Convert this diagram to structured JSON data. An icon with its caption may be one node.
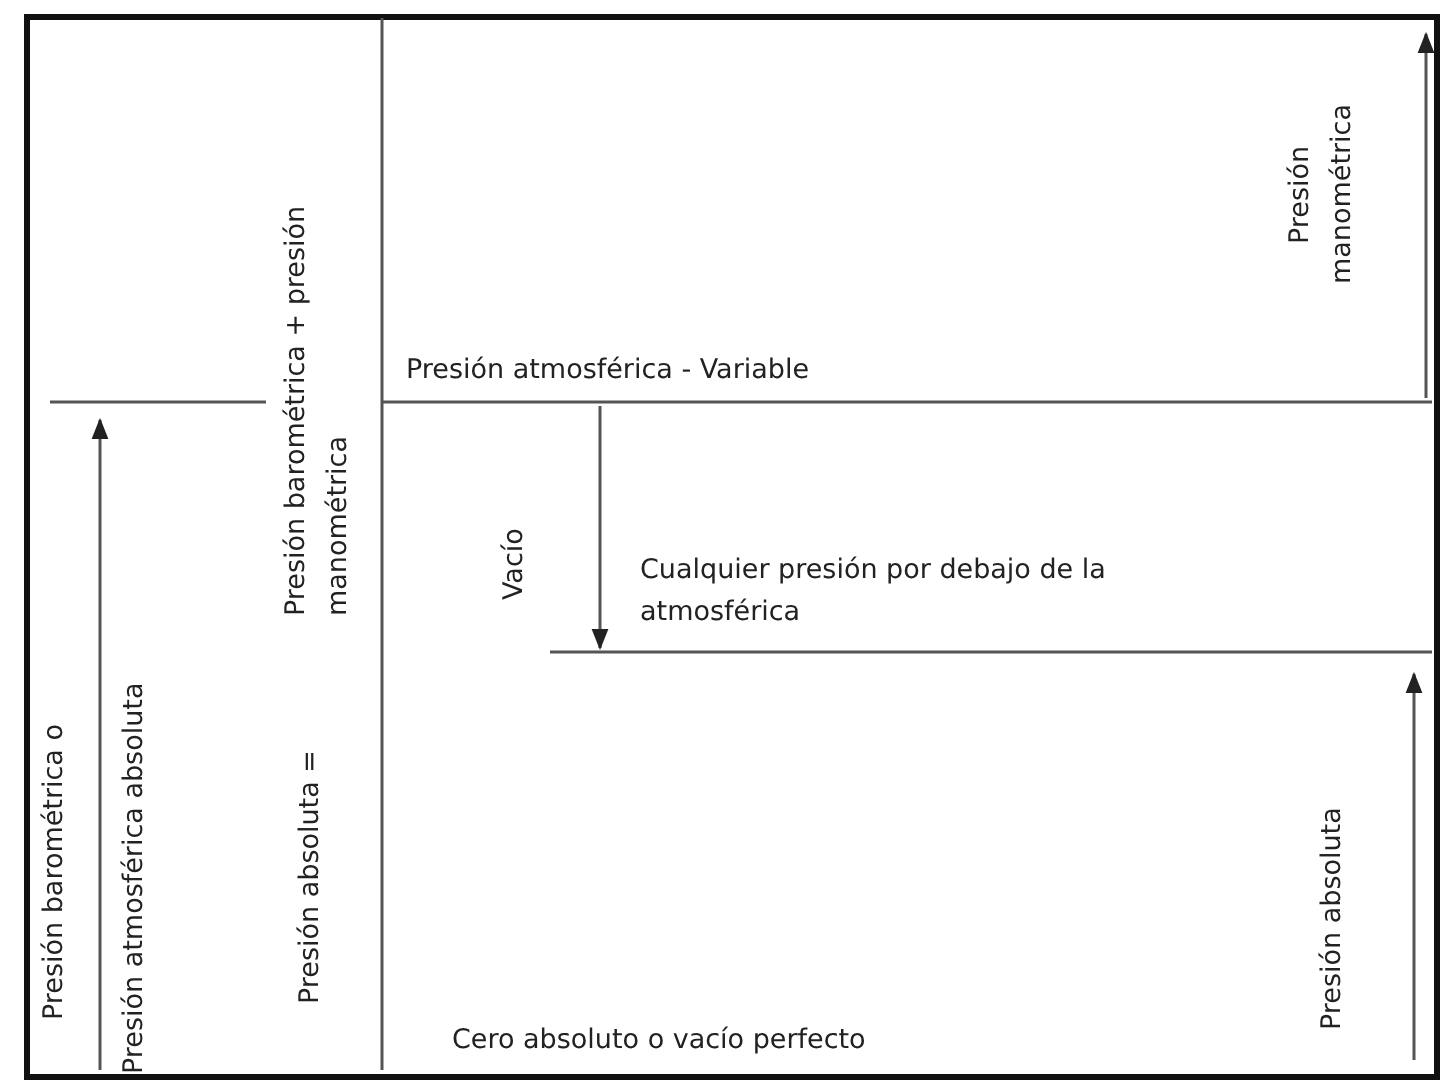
{
  "diagram": {
    "labels": [
      "Presión barométrica o",
      "Presión atmosférica absoluta",
      "Presión absoluta =",
      "Presión barométrica + presión manométrica",
      "Presión manométrica",
      "Presión atmosférica - Variable",
      "Vacío",
      "Cualquier presión por debajo de la atmosférica",
      "Presión absoluta",
      "Cero absoluto o vacío perfecto"
    ]
  }
}
